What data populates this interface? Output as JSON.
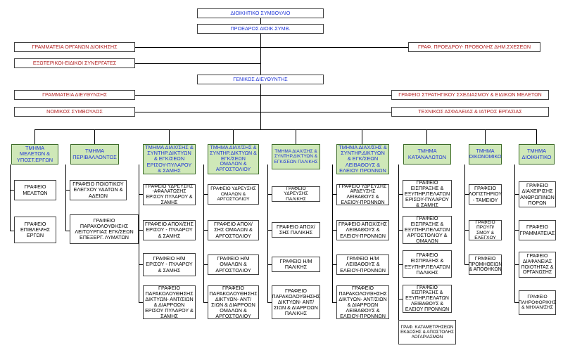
{
  "colors": {
    "line": "#000000",
    "dept_fill": "#cfe8b8",
    "title_text": "#1f35d6",
    "staff_text": "#b21f1f"
  },
  "top": {
    "board": "ΔΙΟΙΚΗΤΙΚΟ ΣΥΜΒΟΥΛΙΟ",
    "chair": "ΠΡΟΕΔΡΟΣ ΔΙΟΙΚ.ΣΥΜΒ.",
    "gm": "ΓΕΝΙΚΟΣ ΔΙΕΥΘΥΝΤΗΣ"
  },
  "staff": {
    "sec_admin": "ΓΡΑΜΜΑΤΕΙΑ ΟΡΓΑΝΩΝ ΔΙΟΙΚΗΣΗΣ",
    "ext_partners": "ΕΞΩΤΕΡΙΚΟΙ-ΕΙΔΙΚΟΙ ΣΥΝΕΡΓΑΤΕΣ",
    "office_chair": "ΓΡΑΦ. ΠΡΟΕΔΡΟΥ- ΠΡΟΒΟΛΗΣ ΔΗΜ.ΣΧΕΣΕΩΝ",
    "sec_dir": "ΓΡΑΜΜΑΤΕΙΑ ΔΙΕΥΘΥΝΣΗΣ",
    "legal": "ΝΟΜΙΚΟΣ ΣΥΜΒΟΥΛΟΣ",
    "strategic": "ΓΡΑΦΕΙΟ ΣΤΡΑΤΗΓΙΚΟΥ ΣΧΕΔΙΑΣΜΟΥ & ΕΙΔΙΚΩΝ ΜΕΛΕΤΩΝ",
    "safety": "ΤΕΧΝΙΚΟΣ ΑΣΦΑΛΕΙΑΣ & ΙΑΤΡΟΣ ΕΡΓΑΣΙΑΣ"
  },
  "departments": [
    {
      "name": "ΤΜΗΜΑ ΜΕΛΕΤΩΝ & ΥΠΟΣΤ.ΕΡΓΩΝ",
      "offices": [
        "ΓΡΑΦΕΙΟ ΜΕΛΕΤΩΝ",
        "ΓΡΑΦΕΙΟ ΕΠΙΒΛΕΨΗΣ ΕΡΓΩΝ"
      ]
    },
    {
      "name": "ΤΜΗΜΑ ΠΕΡΙΒΑΛΛΟΝΤΟΣ",
      "offices": [
        "ΓΡΑΦΕΙΟ ΠΟΙΟΤΙΚΟΥ ΕΛΕΓΧΟΥ ΥΔΑΤΩΝ & ΑΔΕΙΩΝ",
        "ΓΡΑΦΕΙΟ ΠΑΡΑΚΟΛΟΥΘΗΣΗΣ ΛΕΙΤΟΥΡΓΙΑΣ ΕΓΚ/ΣΕΩΝ ΕΠΕΞΕΡΓ. ΛΥΜΑΤΩΝ"
      ]
    },
    {
      "name": "ΤΜΗΜΑ ΔΙΑΧ/ΣΗΣ & ΣΥΝΤΗΡ.ΔΙΚΤΥΩΝ & ΕΓΚ/ΣΕΩΝ ΕΡΙΣΟΥ-ΠΥΛΑΡΟΥ & ΣΑΜΗΣ",
      "offices": [
        "ΓΡΑΦΕΙΟ ΥΔΡΕΥΣΗΣ -ΑΦΑΛΑΤΩΣΗΣ ΕΡΙΣΟΥ ΠΥΛΑΡΟΥ & ΣΑΜΗΣ",
        "ΓΡΑΦΕΙΟ ΑΠΟΧ/ΣΗΣ ΕΡΙΣΟΥ - ΠΥΛΑΡΟΥ & ΣΑΜΗΣ",
        "ΓΡΑΦΕΙΟ Η/Μ ΕΡΙΣΟΥ - ΠΥΛΑΡΟΥ & ΣΑΜΗΣ",
        "ΓΡΑΦΕΙΟ ΠΑΡΑΚΟΛΟΥΘΗΣΗΣ ΔΙΚΤΥΩΝ- ΑΝΤ/ΣΙΩΝ & ΔΙΑΡΡΟΩΝ ΕΡΙΣΟΥ ΠΥΛΑΡΟΥ & ΣΑΜΗΣ"
      ]
    },
    {
      "name": "ΤΜΗΜΑ ΔΙΑΧ/ΣΗΣ & ΣΥΝΤΗΡ.ΔΙΚΤΥΩΝ & ΕΓΚ/ΣΕΩΝ ΟΜΑΛΩΝ & ΑΡΓΟΣΤΟΛΙΟΥ",
      "offices": [
        "ΓΡΑΦΕΙΟ ΥΔΡΕΥΣΗΣ ΟΜΑΛΩΝ & ΑΡΓΟΣΤΟΛΙΟΥ",
        "ΓΡΑΦΕΙΟ ΑΠΟΧ/ΣΗΣ ΟΜΑΛΩΝ & ΑΡΓΟΣΤΟΛΙΟΥ",
        "ΓΡΑΦΕΙΟ Η/Μ ΟΜΑΛΩΝ & ΑΡΓΟΣΤΟΛΙΟΥ",
        "ΓΡΑΦΕΙΟ ΠΑΡΑΚΟΛΟΥΘΗΣΗΣ ΔΙΚΤΥΩΝ- ΑΝΤ/ΣΙΩΝ & ΔΙΑΡΡΟΩΝ ΟΜΑΛΩΝ & ΑΡΓΟΣΤΟΛΙΟΥ"
      ]
    },
    {
      "name": "ΤΜΗΜΑ ΔΙΑΧ/ΣΗΣ & ΣΥΝΤΗΡ.ΔΙΚΤΥΩΝ & ΕΓΚ/ΣΕΩΝ ΠΑΛΙΚΗΣ",
      "offices": [
        "ΓΡΑΦΕΙΟ ΥΔΡΕΥΣΗΣ ΠΑΛΙΚΗΣ",
        "ΓΡΑΦΕΙΟ ΑΠΟΧ/ΣΗΣ ΠΑΛΙΚΗΣ",
        "ΓΡΑΦΕΙΟ Η/Μ ΠΑΛΙΚΗΣ",
        "ΓΡΑΦΕΙΟ ΠΑΡΑΚΟΛΟΥΘΗΣΗΣ ΔΙΚΤΥΩΝ- ΑΝΤ/ΣΙΩΝ & ΔΙΑΡΡΟΩΝ ΠΑΛΙΚΗΣ"
      ]
    },
    {
      "name": "ΤΜΗΜΑ ΔΙΑΧ/ΣΗΣ & ΣΥΝΤΗΡ.ΔΙΚΤΥΩΝ & ΕΓΚ/ΣΕΩΝ ΛΕΙΒΑΘΟΥΣ & ΕΛΕΙΟΥ ΠΡΟΝΝΩΝ",
      "offices": [
        "ΓΡΑΦΕΙΟ ΥΔΡΕΥΣΗΣ ΑΡΔΕΥΣΗΣ ΛΕΙΒΑΘΟΥΣ & ΕΛΕΙΟΥ-ΠΡΟΝΝΩΝ",
        "ΓΡΑΦΕΙΟ ΑΠΟΧ/ΣΗΣ ΛΕΙΒΑΘΟΥΣ & ΕΛΕΙΟΥ-ΠΡΟΝΝΩΝ",
        "ΓΡΑΦΕΙΟ Η/Μ ΛΕΙΒΑΘΟΥΣ & ΕΛΕΙΟΥ-ΠΡΟΝΝΩΝ",
        "ΓΡΑΦΕΙΟ ΠΑΡΑΚΟΛΟΥΘΗΣΗΣ ΔΙΚΤΥΩΝ- ΑΝΤ/ΣΙΩΝ & ΔΙΑΡΡΟΩΝ ΛΕΙΒΑΘΟΥΣ & ΕΛΕΙΟΥ-ΠΡΟΝΝΩΝ"
      ]
    },
    {
      "name": "ΤΜΗΜΑ ΚΑΤΑΝΑΛΩΤΩΝ",
      "offices": [
        "ΓΡΑΦΕΙΟ ΕΙΣΠΡΑΞΗΣ & ΕΞΥΠΗΡ.ΠΕΛΑΤΩΝ ΕΡΙΣΟΥ-ΠΥΛΑΡΟΥ & ΣΑΜΗΣ",
        "ΓΡΑΦΕΙΟ ΕΙΣΠΡΑΞΗΣ & ΕΞΥΠΗΡ.ΠΕΛΑΤΩΝ ΑΡΓΟΣΤΟΛΙΟΥ & ΟΜΑΛΩΝ",
        "ΓΡΑΦΕΙΟ ΕΙΣΠΡΑΞΗΣ & ΕΞΥΠΗΡ.ΠΕΛΑΤΩΝ ΠΑΛΙΚΗΣ",
        "ΓΡΑΦΕΙΟ ΕΙΣΠΡΑΞΗΣ & ΕΞΥΠΗΡ.ΠΕΛΑΤΩΝ ΛΕΙΒΑΘΟΥΣ & ΕΛΕΙΟΥ ΠΡΟΝΝΩΝ",
        "ΓΡΑΦ. ΚΑΤΑΜΕΤΡΗΣΕΩΝ ΕΚΔΟΣΗΣ & ΑΠΟΣΤΟΛΗΣ ΛΟΓΑΡΙΑΣΜΩΝ"
      ]
    },
    {
      "name": "ΤΜΗΜΑ ΟΙΚΟΝΟΜΙΚΟ",
      "offices": [
        "ΓΡΑΦΕΙΟ ΛΟΓΙΣΤΗΡΙΟΥ - ΤΑΜΕΙΟΥ",
        "ΓΡΑΦΕΙΟ ΠΡΟΥΠ/ΣΜΟΥ & ΕΛΕΓΧΟΥ",
        "ΓΡΑΦΕΙΟ ΠΡΟΜΗΘΕΙΩΝ & ΑΠΟΘΗΚΩΝ"
      ]
    },
    {
      "name": "ΤΜΗΜΑ ΔΙΟΙΚΗΤΙΚΟ",
      "offices": [
        "ΓΡΑΦΕΙΟ ΔΙΑΧΕΙΡΙΣΗΣ ΑΝΘΡΩΠΙΝΩΝ ΠΟΡΩΝ",
        "ΓΡΑΦΕΙΟ ΓΡΑΜΜΑΤΕΙΑΣ",
        "ΓΡΑΦΕΙΟ ΔΙΑΦΑΝΕΙΑΣ ΠΟΙΟΤΗΤΑΣ & ΟΡΓΑΝΩΣΗΣ",
        "ΓΡΑΦΕΙΟ ΠΛΗΡΟΦΟΡΙΚΗΣ & ΜΗΧΑΝ/ΣΗΣ"
      ]
    }
  ]
}
